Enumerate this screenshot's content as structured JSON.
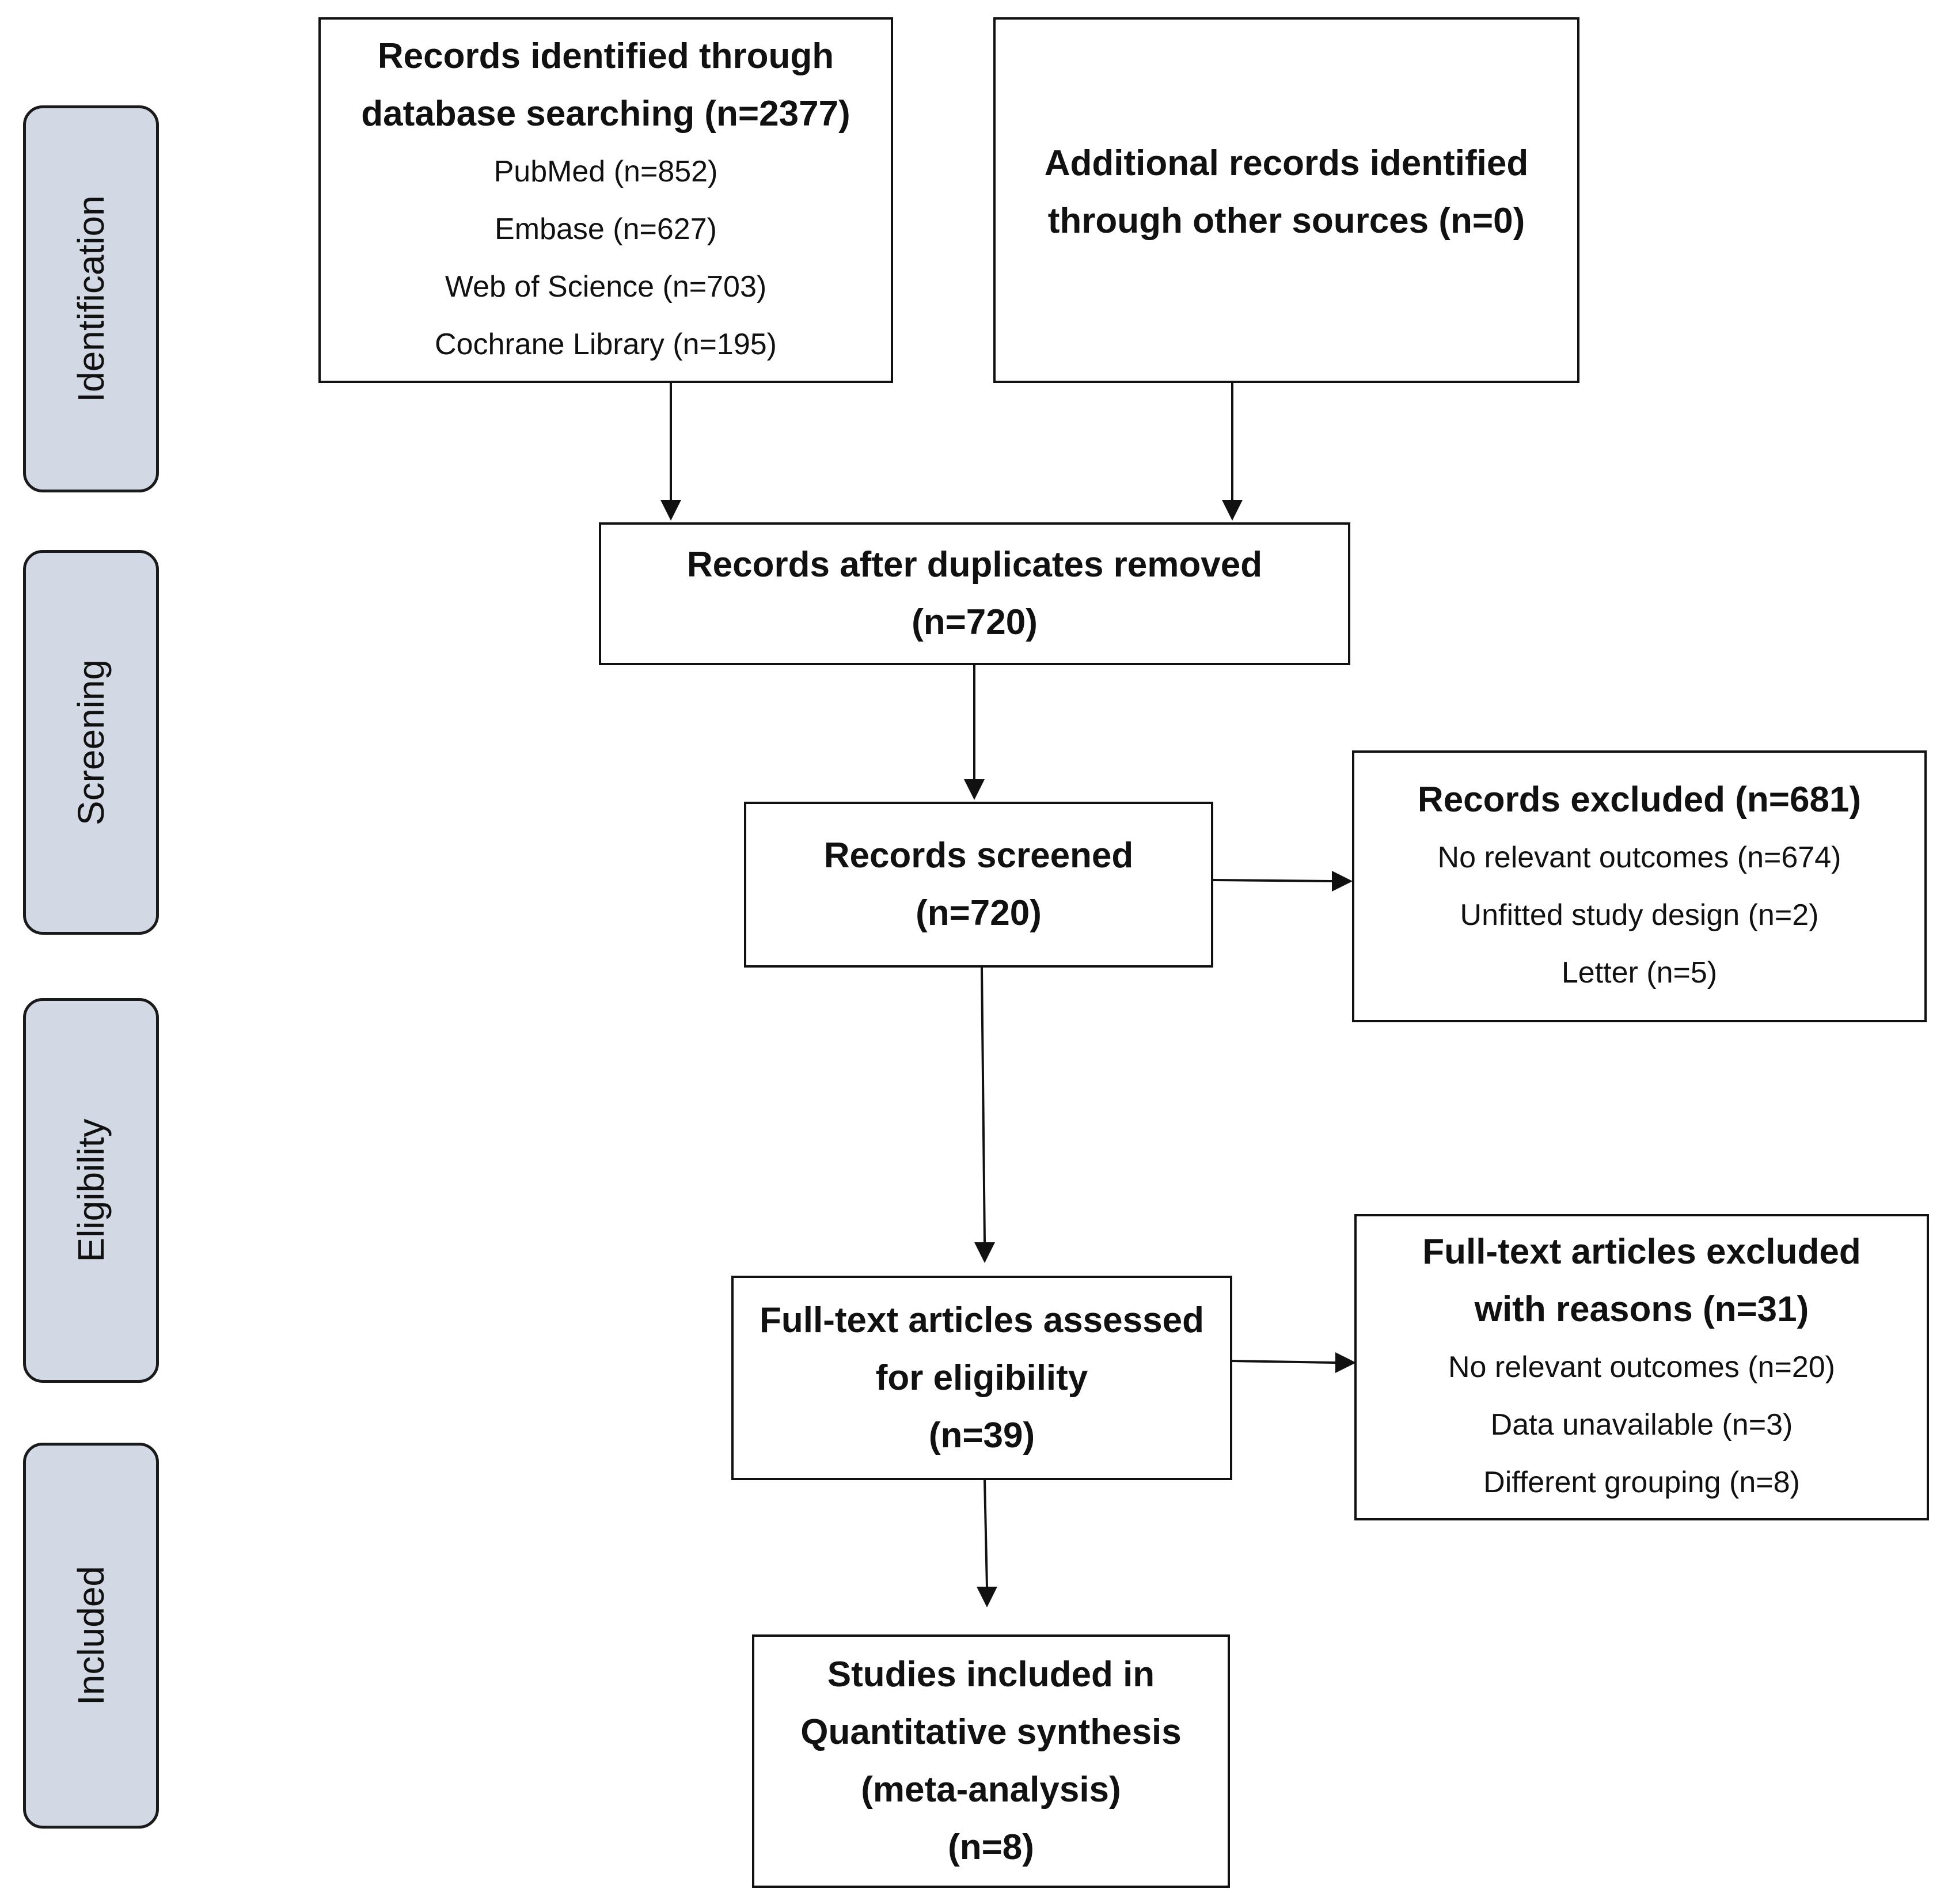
{
  "stages": {
    "identification": "Identification",
    "screening": "Screening",
    "eligibility": "Eligibility",
    "included": "Included"
  },
  "boxes": {
    "database_search": {
      "title_line1": "Records identified through",
      "title_line2": "database searching (n=2377)",
      "sources": [
        "PubMed (n=852)",
        "Embase (n=627)",
        "Web of Science (n=703)",
        "Cochrane Library (n=195)"
      ]
    },
    "other_sources": {
      "line1": "Additional records identified",
      "line2": "through other sources (n=0)"
    },
    "duplicates_removed": {
      "line1": "Records after duplicates removed",
      "line2": "(n=720)"
    },
    "screened": {
      "line1": "Records screened",
      "line2": "(n=720)"
    },
    "excluded": {
      "title": "Records excluded (n=681)",
      "reasons": [
        "No relevant outcomes (n=674)",
        "Unfitted study design (n=2)",
        "Letter (n=5)"
      ]
    },
    "fulltext_assessed": {
      "line1": "Full-text articles assessed",
      "line2": "for eligibility",
      "line3": "(n=39)"
    },
    "fulltext_excluded": {
      "title_line1": "Full-text articles excluded",
      "title_line2": "with reasons (n=31)",
      "reasons": [
        "No relevant outcomes (n=20)",
        "Data unavailable (n=3)",
        "Different grouping (n=8)"
      ]
    },
    "included": {
      "line1": "Studies included in",
      "line2": "Quantitative synthesis",
      "line3": "(meta-analysis)",
      "line4": "(n=8)"
    }
  },
  "colors": {
    "stage_fill": "#d2d9e4",
    "border": "#111111"
  }
}
